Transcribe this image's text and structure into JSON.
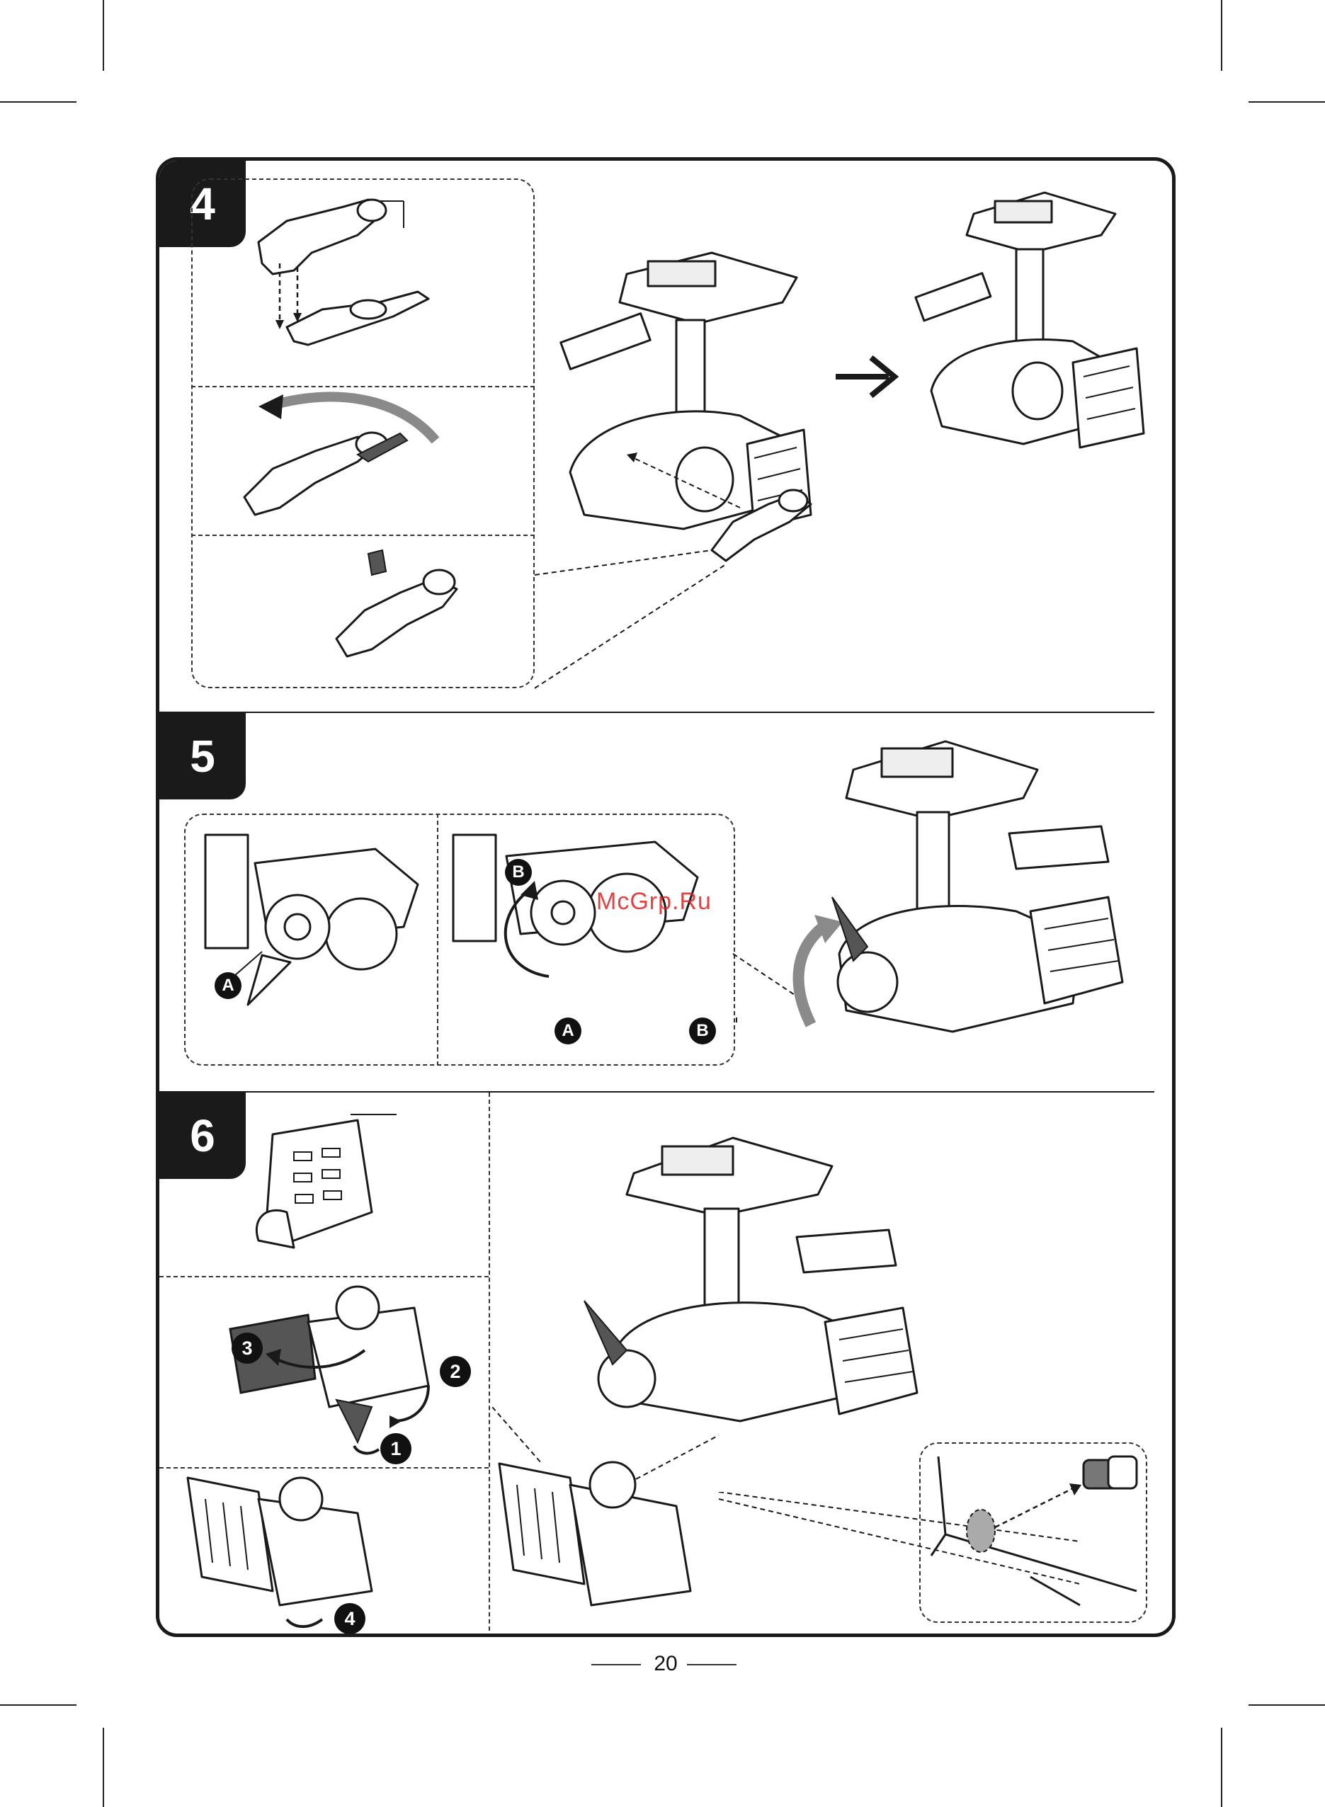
{
  "page": {
    "number": "20",
    "watermark": "McGrp.Ru"
  },
  "steps": [
    {
      "number": "4"
    },
    {
      "number": "5",
      "markers": [
        "A",
        "B"
      ],
      "legend": [
        "A",
        "B"
      ]
    },
    {
      "number": "6",
      "markers": [
        "1",
        "2",
        "3",
        "4"
      ]
    }
  ],
  "colors": {
    "ink": "#1a1a1a",
    "highlight_part": "#555555",
    "arrow_gray": "#8a8a8a",
    "watermark": "#e02020"
  }
}
